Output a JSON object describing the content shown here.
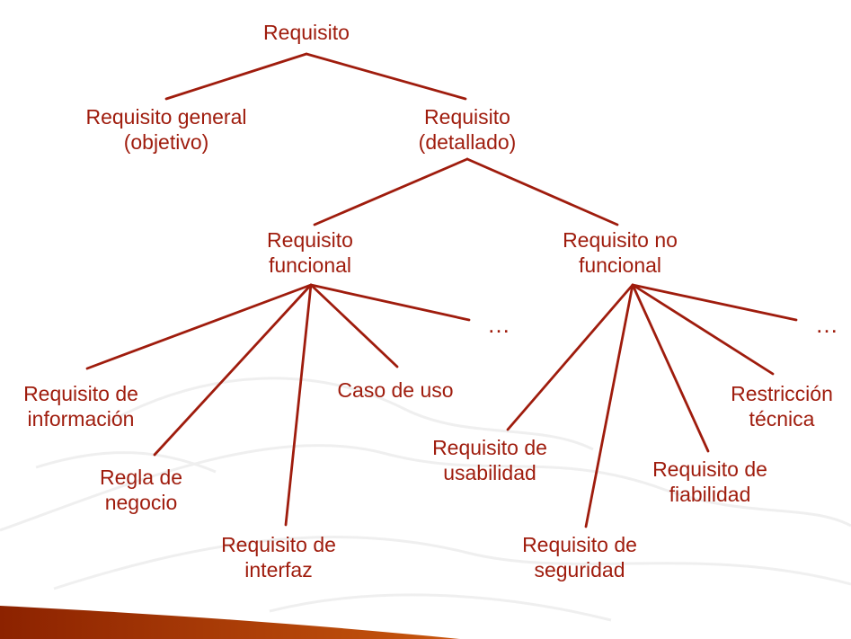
{
  "slide": {
    "colors": {
      "accent": "#9f1c0d",
      "swoosh_left": "#8c2200",
      "swoosh_right": "#c8570e"
    },
    "tree": {
      "nodes": {
        "root": {
          "label": "Requisito"
        },
        "general": {
          "label": "Requisito general\n(objetivo)"
        },
        "detallado": {
          "label": "Requisito\n(detallado)"
        },
        "funcional": {
          "label": "Requisito\nfuncional"
        },
        "no_funcional": {
          "label": "Requisito no\nfuncional"
        },
        "informacion": {
          "label": "Requisito de\ninformación"
        },
        "regla_negocio": {
          "label": "Regla de\nnegocio"
        },
        "interfaz": {
          "label": "Requisito de\ninterfaz"
        },
        "caso_uso": {
          "label": "Caso de uso"
        },
        "usabilidad": {
          "label": "Requisito de\nusabilidad"
        },
        "seguridad": {
          "label": "Requisito de\nseguridad"
        },
        "fiabilidad": {
          "label": "Requisito de\nfiabilidad"
        },
        "restriccion": {
          "label": "Restricción\ntécnica"
        },
        "ellipsis_left": {
          "label": "…"
        },
        "ellipsis_right": {
          "label": "…"
        }
      },
      "edges": [
        {
          "from": "root",
          "to": "general"
        },
        {
          "from": "root",
          "to": "detallado"
        },
        {
          "from": "detallado",
          "to": "funcional"
        },
        {
          "from": "detallado",
          "to": "no_funcional"
        },
        {
          "from": "funcional",
          "to": "informacion"
        },
        {
          "from": "funcional",
          "to": "regla_negocio"
        },
        {
          "from": "funcional",
          "to": "interfaz"
        },
        {
          "from": "funcional",
          "to": "caso_uso"
        },
        {
          "from": "funcional",
          "to": "ellipsis_left"
        },
        {
          "from": "no_funcional",
          "to": "usabilidad"
        },
        {
          "from": "no_funcional",
          "to": "seguridad"
        },
        {
          "from": "no_funcional",
          "to": "fiabilidad"
        },
        {
          "from": "no_funcional",
          "to": "restriccion"
        },
        {
          "from": "no_funcional",
          "to": "ellipsis_right"
        }
      ]
    }
  }
}
